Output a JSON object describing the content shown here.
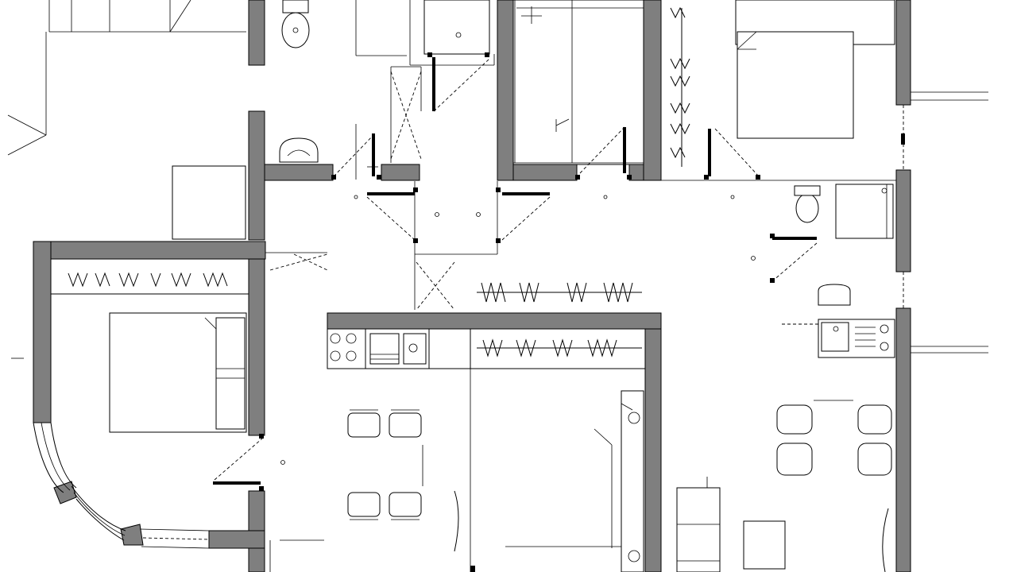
{
  "colors": {
    "wall_fill": "#7f7f7f",
    "line": "#000000",
    "background": "#ffffff"
  },
  "plan": {
    "rooms": [
      {
        "id": "wc-top",
        "kind": "toilet"
      },
      {
        "id": "corridor-top",
        "kind": "hallway"
      },
      {
        "id": "closet-top",
        "kind": "wardrobe"
      },
      {
        "id": "bedroom-top-right",
        "kind": "bedroom"
      },
      {
        "id": "bedroom-left",
        "kind": "bedroom"
      },
      {
        "id": "kitchen-dining",
        "kind": "kitchen"
      },
      {
        "id": "bedroom-center",
        "kind": "bedroom"
      },
      {
        "id": "bathroom-right",
        "kind": "bathroom"
      },
      {
        "id": "living-right",
        "kind": "living"
      }
    ],
    "icons": [
      "toilet-icon",
      "sink-icon",
      "stove-icon",
      "bed-icon",
      "chair-icon",
      "table-icon",
      "wardrobe-icon",
      "washbasin-icon"
    ]
  }
}
